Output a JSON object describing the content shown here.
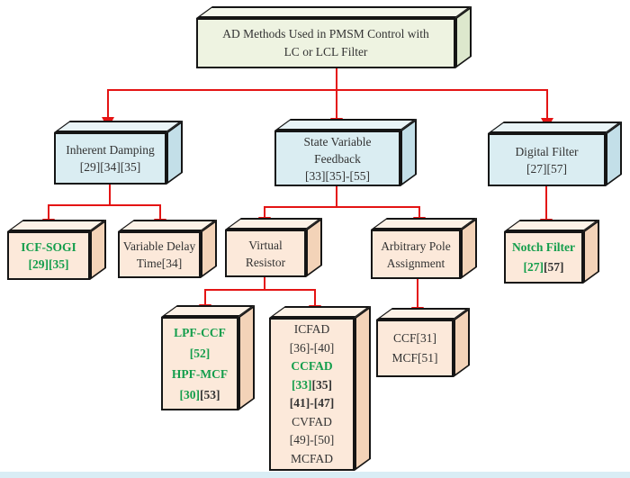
{
  "figure": {
    "title": "AD methods hierarchy diagram",
    "background": "#ffffff"
  },
  "colors": {
    "arrow": "#e41414",
    "green": "#149e4c",
    "text": "#333333",
    "root_face": "#eef3e1",
    "branch_face": "#daedf2",
    "leaf_face": "#fce9da",
    "strip": "#d9edf5"
  },
  "boxes": {
    "root": {
      "line1": "AD Methods Used in PMSM Control with",
      "line2": "LC or LCL Filter"
    },
    "inherent_damping": {
      "line1": "Inherent Damping",
      "line2": "[29][34][35]"
    },
    "state_variable_feedback": {
      "line1": "State Variable",
      "line2": "Feedback",
      "line3": "[33][35]-[55]"
    },
    "digital_filter": {
      "line1": "Digital Filter",
      "line2": "[27][57]"
    },
    "icf_sogi": {
      "line1": "ICF-SOGI",
      "line2": "[29][35]"
    },
    "variable_delay_time": {
      "line1": "Variable Delay",
      "line2": "Time[34]"
    },
    "virtual_resistor": {
      "line1": "Virtual",
      "line2": "Resistor"
    },
    "arbitrary_pole_assignment": {
      "line1": "Arbitrary Pole",
      "line2": "Assignment"
    },
    "notch_filter": {
      "line1": "Notch Filter",
      "ref_green": "[27]",
      "ref_black": "[57]"
    },
    "lpf_ccf_hpf_mcf": {
      "line1": "LPF-CCF",
      "line2": "[52]",
      "line3": "HPF-MCF",
      "ref_green": "[30]",
      "ref_black": "[53]"
    },
    "fad_methods": {
      "line1": "ICFAD",
      "line2": "[36]-[40]",
      "line3": "CCFAD",
      "ref_green": "[33]",
      "ref_black": "[35]",
      "line5": "[41]-[47]",
      "line6": "CVFAD",
      "line7": "[49]-[50]",
      "line8": "MCFAD"
    },
    "ccf_mcf": {
      "line1": "CCF[31]",
      "line2": "MCF[51]"
    }
  },
  "edges": [
    [
      "root",
      "inherent_damping"
    ],
    [
      "root",
      "state_variable_feedback"
    ],
    [
      "root",
      "digital_filter"
    ],
    [
      "inherent_damping",
      "icf_sogi"
    ],
    [
      "inherent_damping",
      "variable_delay_time"
    ],
    [
      "state_variable_feedback",
      "virtual_resistor"
    ],
    [
      "state_variable_feedback",
      "arbitrary_pole_assignment"
    ],
    [
      "digital_filter",
      "notch_filter"
    ],
    [
      "virtual_resistor",
      "lpf_ccf_hpf_mcf"
    ],
    [
      "virtual_resistor",
      "fad_methods"
    ],
    [
      "arbitrary_pole_assignment",
      "ccf_mcf"
    ]
  ]
}
